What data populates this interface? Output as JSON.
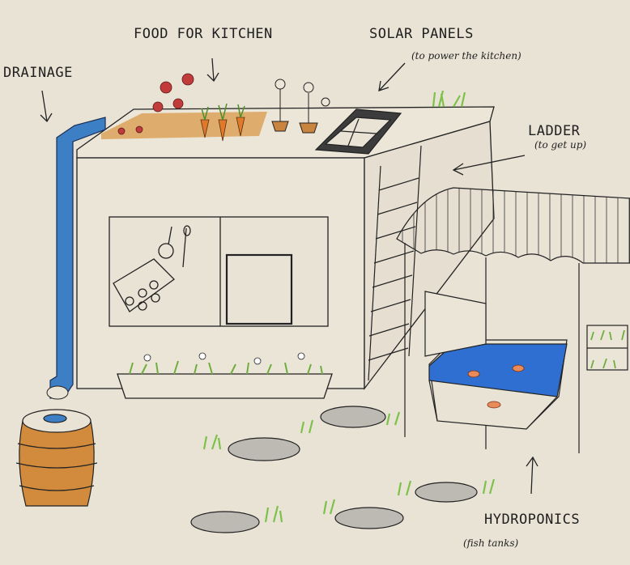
{
  "labels": {
    "drainage": "DRAINAGE",
    "food_for_kitchen": "FOOD FOR KITCHEN",
    "solar_panels": "SOLAR PANELS",
    "solar_panels_note": "(to power the kitchen)",
    "ladder": "LADDER",
    "ladder_note": "(to get up)",
    "hydroponics": "HYDROPONICS",
    "hydroponics_note": "(fish tanks)"
  },
  "colors": {
    "paper": "#e9e3d6",
    "ink": "#1f1f1f",
    "drain_pipe": "#3d7fc4",
    "roof_soil": "#d99a4a",
    "barrel": "#d28a3c",
    "fish_tank_water": "#2f6fd1",
    "grass": "#7cc24a",
    "flower_red": "#c23b3b",
    "stone": "#bdbab3"
  }
}
